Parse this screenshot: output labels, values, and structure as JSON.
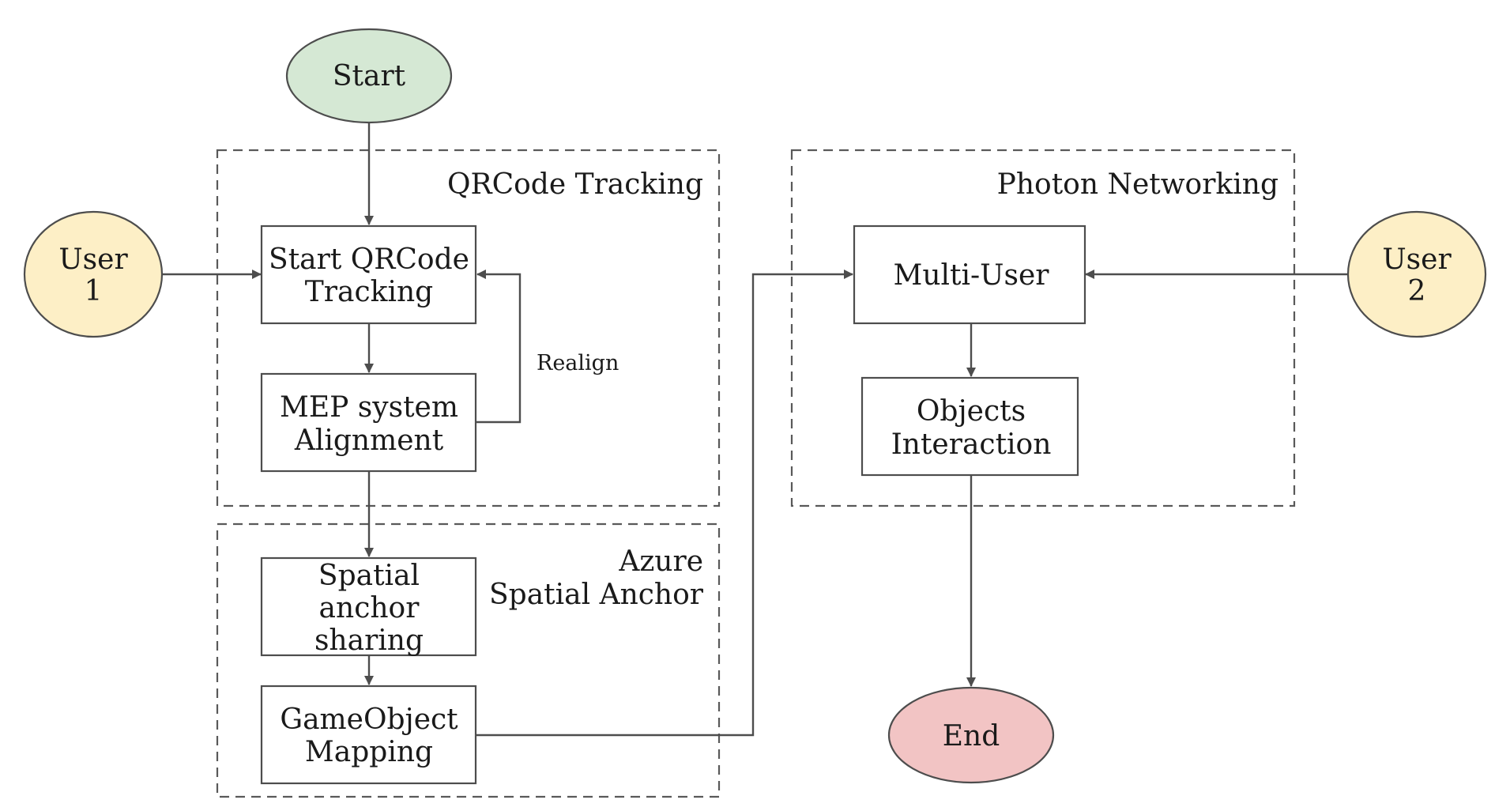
{
  "groups": {
    "qrcode": "QRCode Tracking",
    "azure_line1": "Azure",
    "azure_line2": "Spatial Anchor",
    "photon": "Photon Networking"
  },
  "nodes": {
    "start": "Start",
    "end": "End",
    "user1_line1": "User",
    "user1_line2": "1",
    "user2_line1": "User",
    "user2_line2": "2",
    "start_qr_line1": "Start QRCode",
    "start_qr_line2": "Tracking",
    "mep_line1": "MEP system",
    "mep_line2": "Alignment",
    "spatial_line1": "Spatial",
    "spatial_line2": "anchor",
    "spatial_line3": "sharing",
    "gameobject_line1": "GameObject",
    "gameobject_line2": "Mapping",
    "multiuser": "Multi-User",
    "objects_line1": "Objects",
    "objects_line2": "Interaction"
  },
  "edges": {
    "realign_label": "Realign"
  },
  "colors": {
    "start_fill": "#d5e8d4",
    "end_fill": "#f2c4c4",
    "user_fill": "#fdefc6",
    "stroke": "#4d4d4d"
  }
}
